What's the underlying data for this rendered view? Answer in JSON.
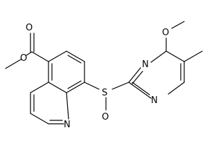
{
  "structure": {
    "atoms": {
      "ester_o_methyl": "O",
      "ester_o_carbonyl": "O",
      "quinoline_n": "N",
      "sulfur": "S",
      "sulfinyl_o": "O",
      "pyrimidine_n3": "N",
      "pyrimidine_n1": "N",
      "methoxy_o": "O"
    },
    "colors": {
      "bond": "#000000",
      "label": "#000000",
      "background": "#ffffff"
    }
  }
}
